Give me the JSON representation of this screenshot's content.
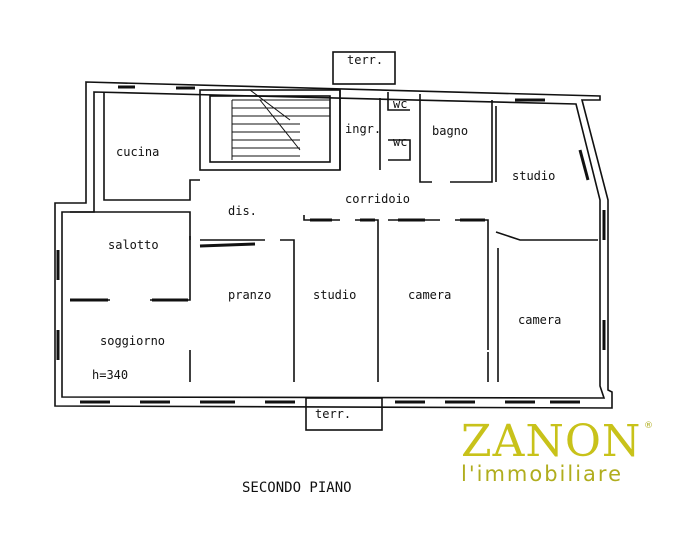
{
  "rooms": {
    "terr_top": "terr.",
    "wc_upper": "wc",
    "wc_lower": "wc",
    "ingr": "ingr.",
    "bagno": "bagno",
    "cucina": "cucina",
    "studio_right": "studio",
    "dis": "dis.",
    "corridoio": "corridoio",
    "salotto": "salotto",
    "pranzo": "pranzo",
    "studio_center": "studio",
    "camera_center": "camera",
    "camera_right": "camera",
    "soggiorno": "soggiorno",
    "terr_bottom": "terr."
  },
  "ceiling_height": "h=340",
  "floor_caption": "SECONDO PIANO",
  "brand": {
    "name": "ZANON",
    "registered": "®",
    "subtitle": "l'immobiliare",
    "color": "#c8c21a"
  }
}
